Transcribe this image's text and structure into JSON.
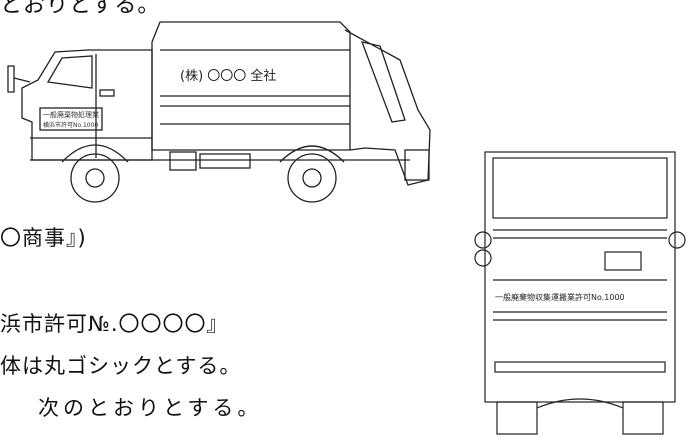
{
  "text": {
    "top_fragment": "とおりとする。",
    "company_suffix": "〇商事』)",
    "permit_line": "浜市許可№.〇〇〇〇』",
    "font_line": "体は丸ゴシックとする。",
    "next_line": "次のとおりとする。"
  },
  "side_truck": {
    "body_label": "(株) 〇〇〇 全社",
    "door_label_1": "一般廃棄物処理業",
    "door_label_2": "横浜市許可No.1000"
  },
  "rear_truck": {
    "permit_label": "一般廃棄物収集運搬業許可No.1000"
  }
}
